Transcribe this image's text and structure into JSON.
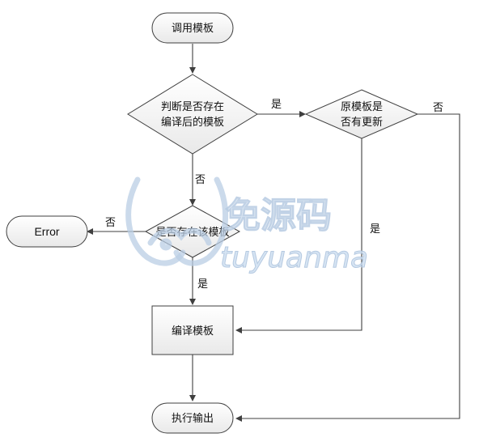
{
  "nodes": {
    "call_template": "调用模板",
    "check_compiled_line1": "判断是否存在",
    "check_compiled_line2": "编译后的模板",
    "original_updated_line1": "原模板是",
    "original_updated_line2": "否有更新",
    "check_exists": "是否存在该模板",
    "error": "Error",
    "compile_template": "编译模板",
    "execute_output": "执行输出"
  },
  "edge_labels": {
    "compiled_yes": "是",
    "compiled_no": "否",
    "updated_yes": "是",
    "updated_no": "否",
    "exists_yes": "是",
    "exists_no": "否"
  },
  "watermark": {
    "chinese": "免源码",
    "latin": "tuyuanma"
  },
  "colors": {
    "node_fill_top": "#ffffff",
    "node_fill_bottom": "#e9e9e9",
    "stroke": "#3f3f3f",
    "watermark": "#b9cde4"
  }
}
